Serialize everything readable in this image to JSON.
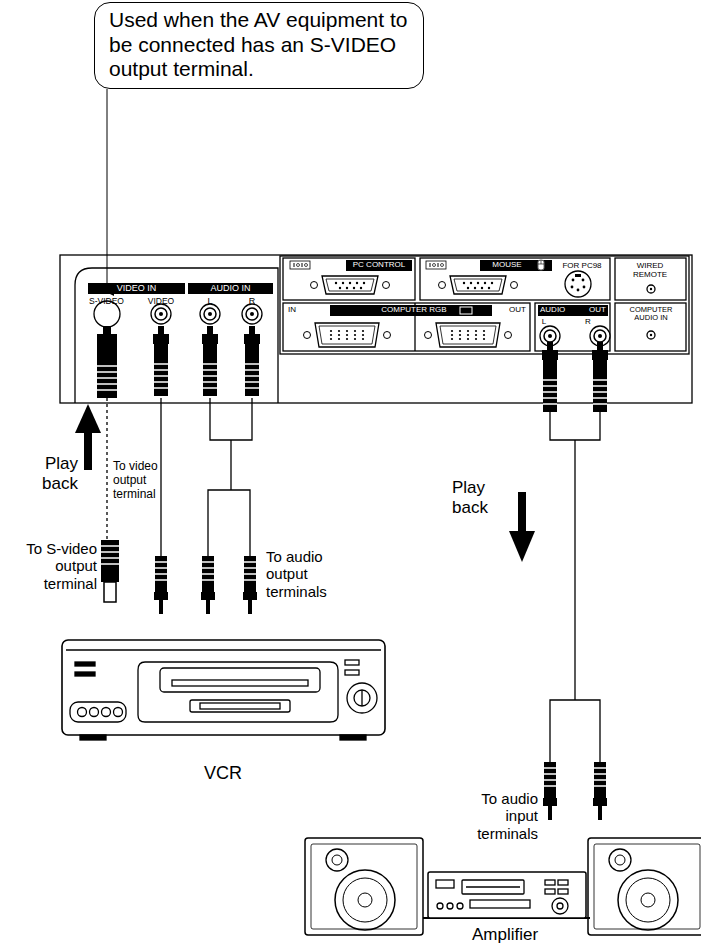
{
  "diagram": {
    "nodes": [
      {
        "text": [
          "Used when the AV equipment to be connected has an S-VIDEO output terminal."
        ]
      }
    ],
    "labels": [
      "PC CONTROL",
      "MOUSE",
      "FOR PC98",
      "WIRED REMOTE",
      "VIDEO IN",
      "AUDIO IN",
      "S-VIDEO",
      "VIDEO",
      "L",
      "R",
      "IN",
      "COMPUTER RGB",
      "OUT",
      "AUDIO",
      "OUT",
      "L",
      "R",
      "COMPUTER AUDIO IN",
      "Play back",
      "To video output terminal",
      "To S-video output terminal",
      "To audio output terminals",
      "VCR",
      "Play back",
      "To audio input terminals",
      "Amplifier"
    ]
  }
}
